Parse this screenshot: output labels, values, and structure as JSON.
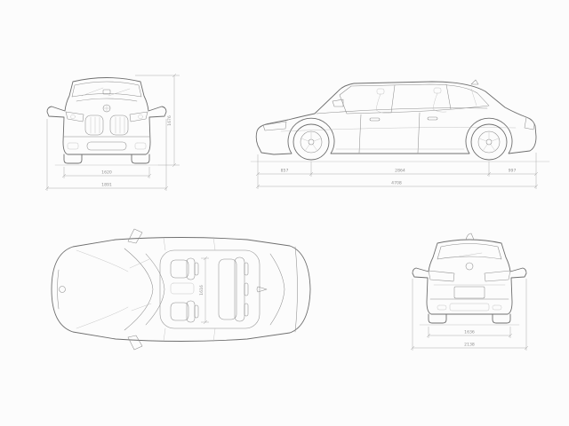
{
  "canvas": {
    "background": "#fcfcfc",
    "colors": {
      "line-main": "#6f6f6f",
      "line-detail": "#8e8e8e",
      "line-light": "#c0c0c0",
      "dim-line": "#aaaaaa",
      "dim-text": "#8f8f8f",
      "bg": "#fcfcfc"
    }
  },
  "views": {
    "front": {
      "dims": {
        "track": "1620",
        "overall_width": "1891",
        "height": "1676"
      }
    },
    "side": {
      "dims": {
        "front_overhang": "857",
        "wheelbase": "2864",
        "rear_overhang": "997",
        "overall_length": "4708"
      }
    },
    "top": {
      "dims": {
        "interior_width": "1616"
      }
    },
    "rear": {
      "dims": {
        "track": "1636",
        "overall_width_mirrors": "2138"
      }
    }
  }
}
